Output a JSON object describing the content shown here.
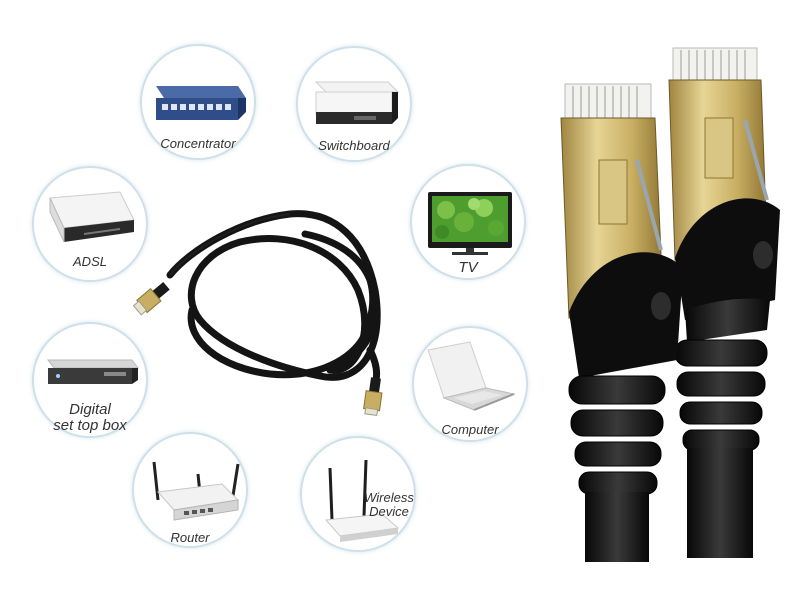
{
  "devices": {
    "concentrator": {
      "label": "Concentrator",
      "icon": "network-hub-icon"
    },
    "switchboard": {
      "label": "Switchboard",
      "icon": "network-switch-icon"
    },
    "adsl": {
      "label": "ADSL",
      "icon": "adsl-modem-icon"
    },
    "tv": {
      "label": "TV",
      "icon": "tv-icon"
    },
    "set_top_box": {
      "label_line1": "Digital",
      "label_line2": "set top box",
      "icon": "set-top-box-icon"
    },
    "computer": {
      "label": "Computer",
      "icon": "laptop-icon"
    },
    "router": {
      "label": "Router",
      "icon": "router-icon"
    },
    "wireless": {
      "label_line1": "Wireless",
      "label_line2": "Device",
      "icon": "wireless-router-icon"
    }
  },
  "product": {
    "icon": "ethernet-cable-icon",
    "plug_icon": "rj45-plug-icon"
  },
  "colors": {
    "circle_border": "#cfe0ea",
    "cable": "#141414",
    "gold": "#c8ae62",
    "hub_blue": "#2f4d88"
  }
}
